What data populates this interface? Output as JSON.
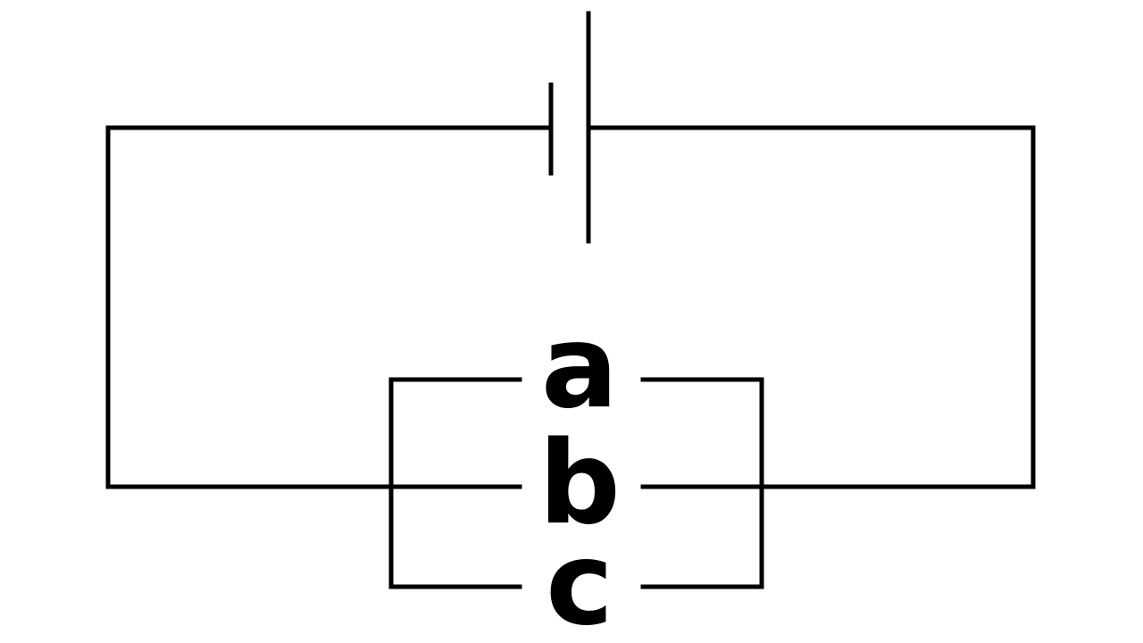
{
  "diagram": {
    "type": "circuit",
    "battery": "battery-symbol",
    "branches": [
      {
        "id": "a",
        "label": "a"
      },
      {
        "id": "b",
        "label": "b"
      },
      {
        "id": "c",
        "label": "c"
      }
    ],
    "colors": {
      "wire": "#000000",
      "background": "#ffffff"
    }
  }
}
